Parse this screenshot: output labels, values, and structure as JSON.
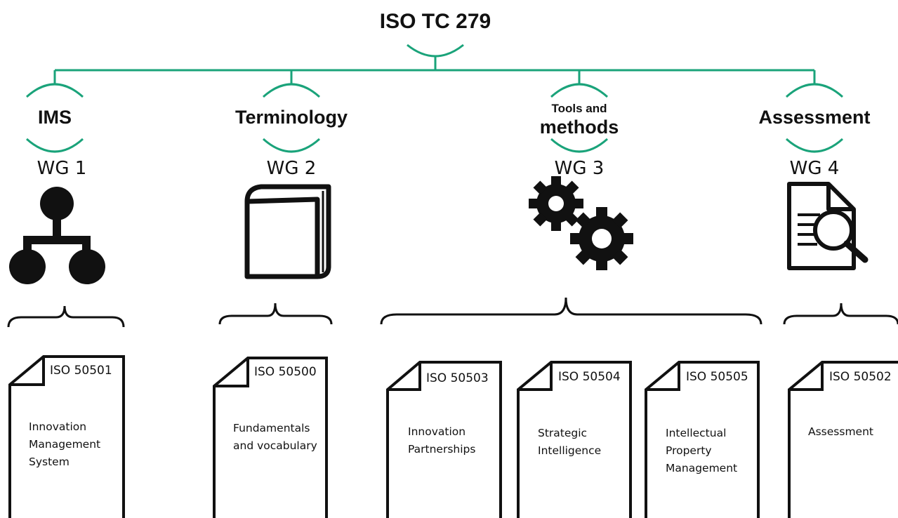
{
  "root": {
    "title": "ISO TC 279"
  },
  "accent_color": "#1aa37a",
  "groups": [
    {
      "title": "IMS",
      "wg": "WG 1",
      "icon": "hierarchy-icon"
    },
    {
      "title": "Terminology",
      "wg": "WG 2",
      "icon": "book-icon"
    },
    {
      "title_small": "Tools and",
      "title": "methods",
      "wg": "WG 3",
      "icon": "gears-icon"
    },
    {
      "title": "Assessment",
      "wg": "WG 4",
      "icon": "document-search-icon"
    }
  ],
  "standards": [
    {
      "code": "ISO 50501",
      "lines": [
        "Innovation",
        "Management",
        "System"
      ]
    },
    {
      "code": "ISO 50500",
      "lines": [
        "Fundamentals",
        "and vocabulary"
      ]
    },
    {
      "code": "ISO 50503",
      "lines": [
        "Innovation",
        "Partnerships"
      ]
    },
    {
      "code": "ISO 50504",
      "lines": [
        "Strategic",
        "Intelligence"
      ]
    },
    {
      "code": "ISO 50505",
      "lines": [
        "Intellectual",
        "Property",
        "Management"
      ]
    },
    {
      "code": "ISO 50502",
      "lines": [
        "Assessment"
      ]
    }
  ]
}
